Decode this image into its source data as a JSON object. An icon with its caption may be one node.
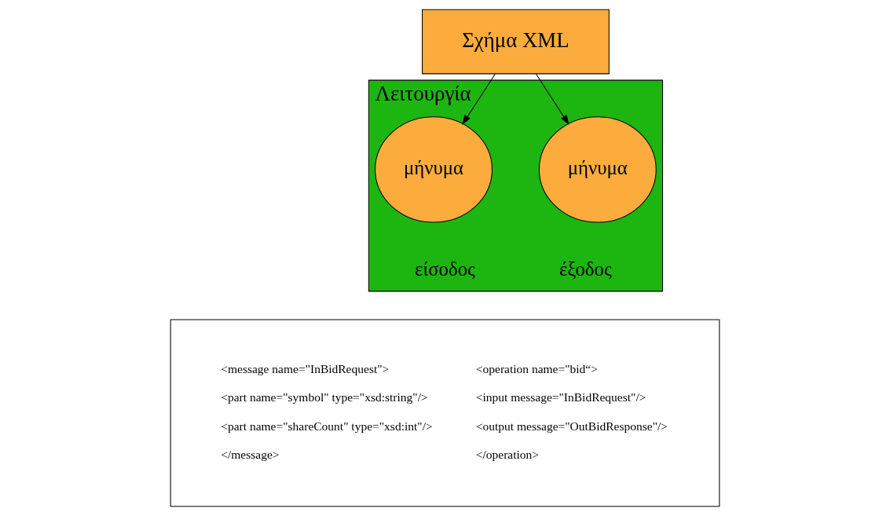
{
  "diagram": {
    "nodes": [
      {
        "text": [
          "Σχήμα XML"
        ]
      },
      {
        "text": [
          "Λειτουργία"
        ]
      },
      {
        "text": [
          "μήνυμα"
        ],
        "in": 1,
        "beside": [
          "είσοδος"
        ]
      },
      {
        "text": [
          "μήνυμα"
        ],
        "in": 1,
        "beside": [
          "έξοδος"
        ]
      },
      {
        "text": [
          "<message name=\"InBidRequest\">",
          "<part name=\"symbol\" type=\"xsd:string\"/>",
          "<part name=\"shareCount\" type=\"xsd:int\"/>",
          "</message>",
          "<operation name=\"bid“>",
          "<input message=\"InBidRequest\"/>",
          "<output message=\"OutBidResponse\"/>",
          "</operation>"
        ]
      }
    ],
    "edges": [
      {
        "from": 0,
        "to": 2,
        "arrow": "to"
      },
      {
        "from": 0,
        "to": 3,
        "arrow": "to"
      }
    ]
  }
}
